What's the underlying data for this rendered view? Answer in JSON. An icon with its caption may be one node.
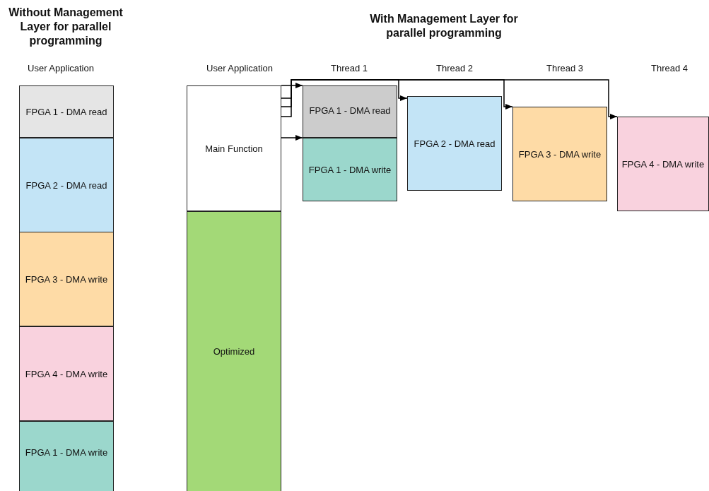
{
  "diagram": {
    "nodes": [
      {
        "text": [
          "FPGA 1 - DMA read"
        ]
      },
      {
        "text": [
          "FPGA 2 - DMA read"
        ]
      },
      {
        "text": [
          "FPGA 3 - DMA write"
        ]
      },
      {
        "text": [
          "FPGA 4 - DMA write"
        ]
      },
      {
        "text": [
          "FPGA 1 - DMA write"
        ]
      },
      {
        "text": [
          "Main Function"
        ]
      },
      {
        "text": [
          "Optimized"
        ]
      },
      {
        "text": [
          "FPGA 1 - DMA read"
        ]
      },
      {
        "text": [
          "FPGA 1 - DMA write"
        ]
      },
      {
        "text": [
          "FPGA 2 - DMA read"
        ]
      },
      {
        "text": [
          "FPGA 3 - DMA write"
        ]
      },
      {
        "text": [
          "FPGA 4 - DMA write"
        ]
      }
    ],
    "edges": [
      {
        "from": 5,
        "to": 7,
        "arrow": "to"
      },
      {
        "from": 5,
        "to": 9,
        "arrow": "to"
      },
      {
        "from": 5,
        "to": 10,
        "arrow": "to"
      },
      {
        "from": 5,
        "to": 11,
        "arrow": "to"
      },
      {
        "from": 5,
        "to": 8,
        "arrow": "to"
      }
    ],
    "labels": [
      "Without Management Layer for parallel programming",
      "With Management  Layer for parallel programming",
      "User Application",
      "User Application",
      "Thread 1",
      "Thread 2",
      "Thread 3",
      "Thread 4"
    ]
  }
}
